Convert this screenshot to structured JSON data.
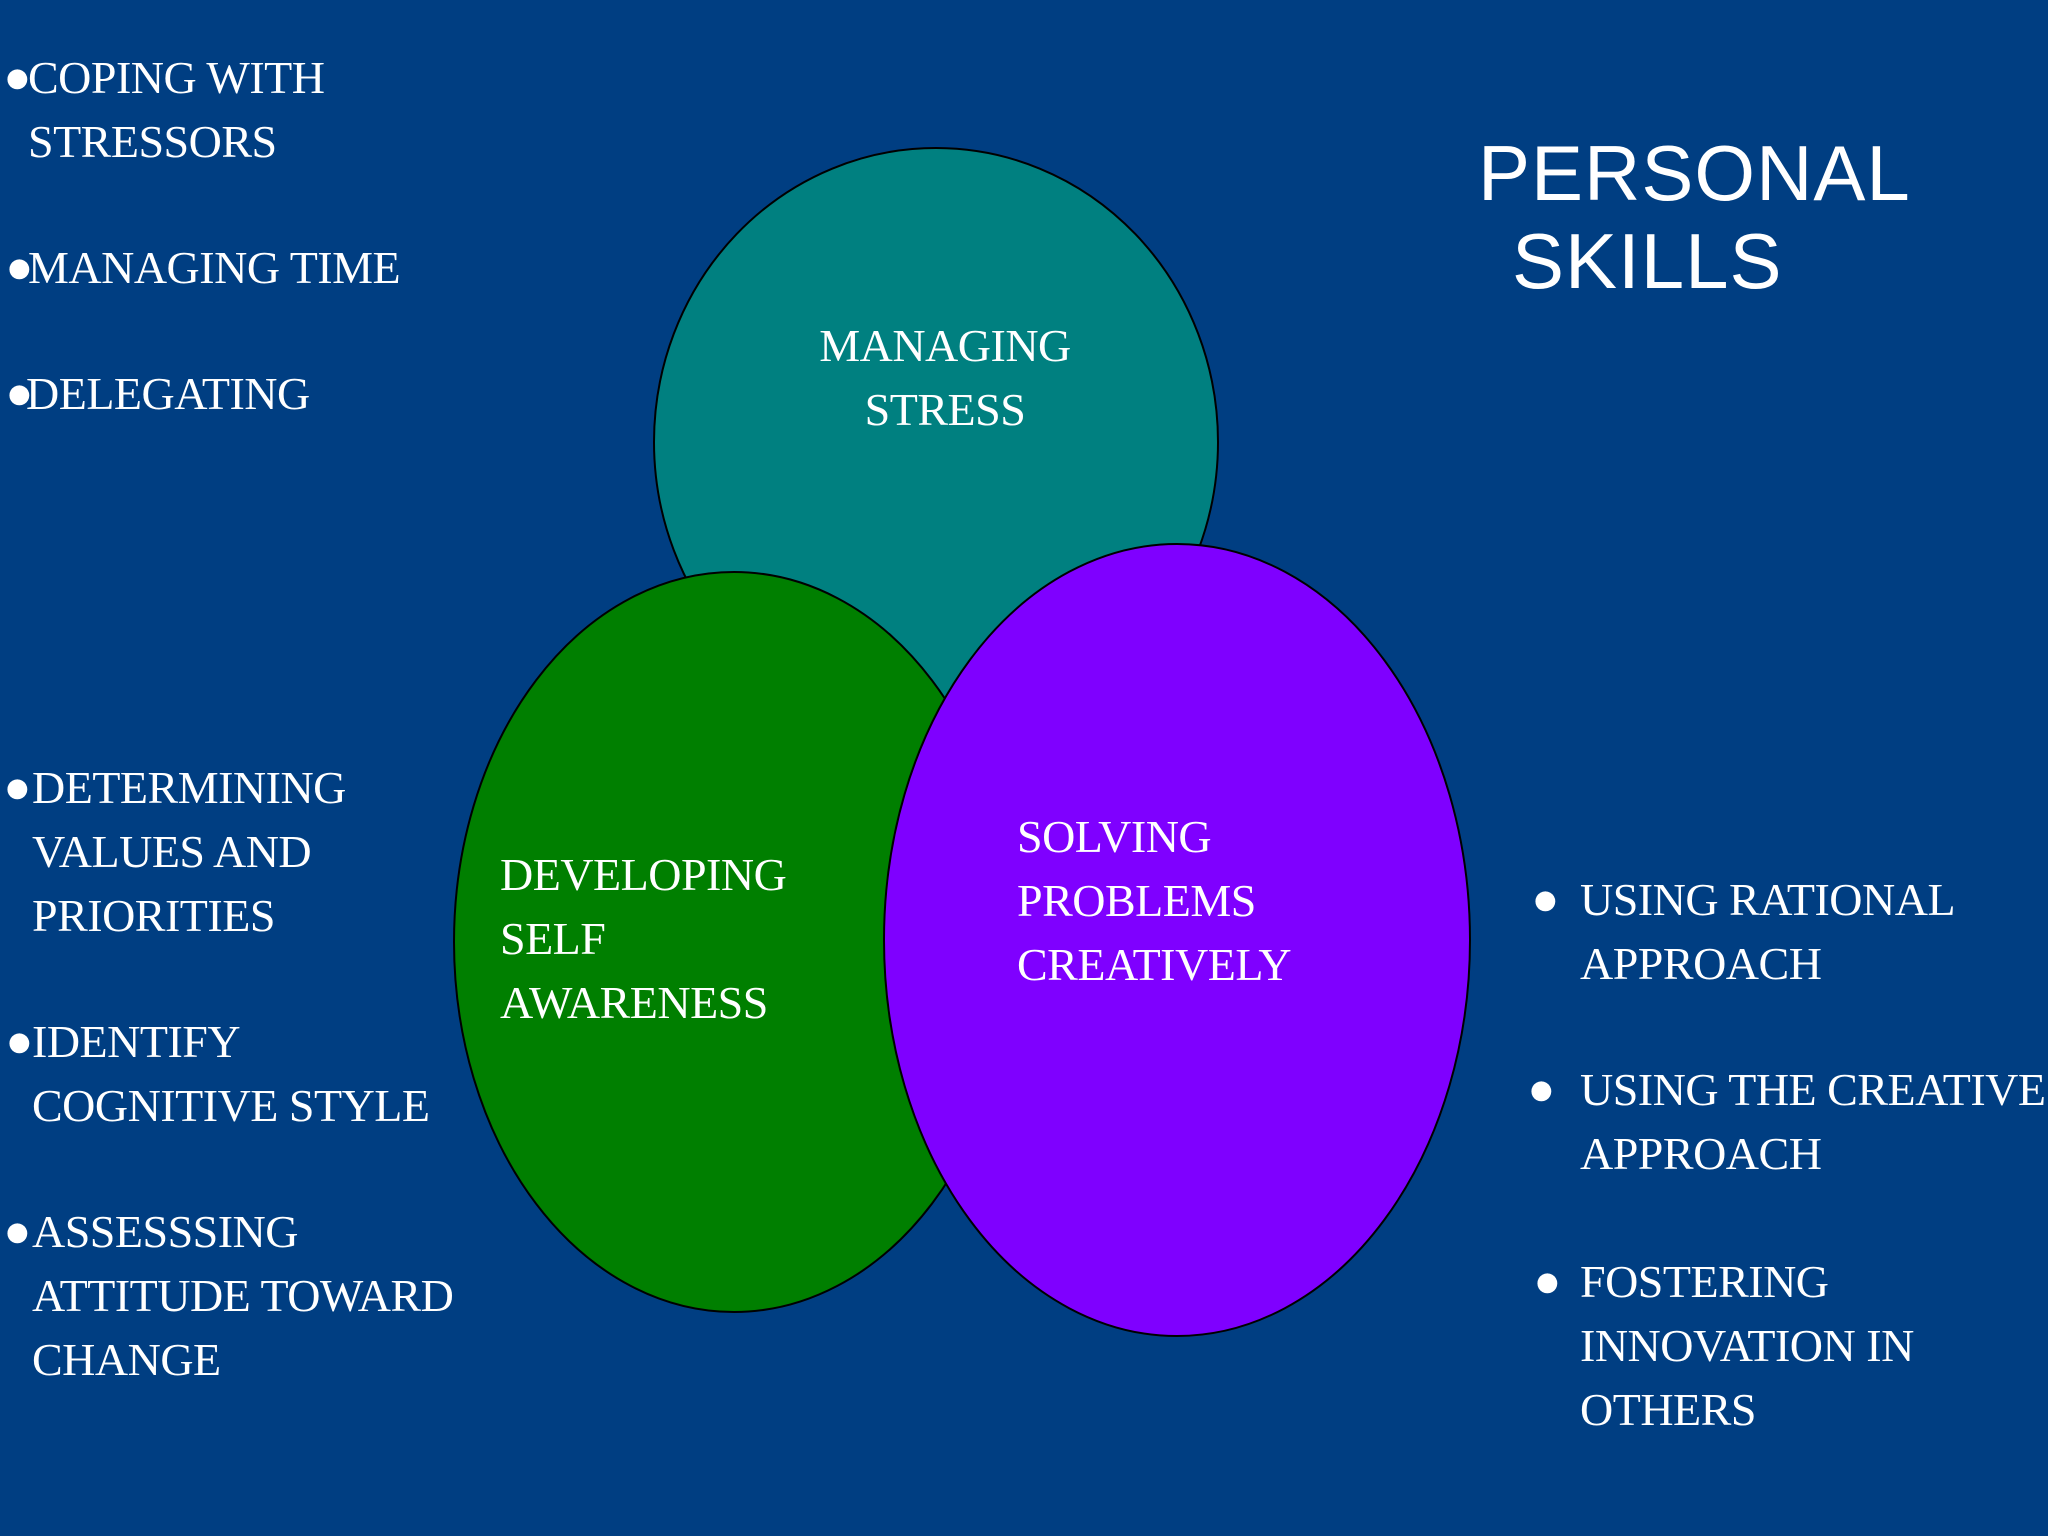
{
  "colors": {
    "background": "#003e82",
    "managing_stress": "#008080",
    "self_awareness": "#007f00",
    "solving_problems": "#7f00ff",
    "outline": "#000000",
    "text": "#ffffff"
  },
  "title": {
    "line1": "PERSONAL",
    "line2": "SKILLS"
  },
  "ovals": {
    "managing_stress": {
      "line1": "MANAGING",
      "line2": "STRESS"
    },
    "self_awareness": {
      "line1": "DEVELOPING",
      "line2": "SELF",
      "line3": "AWARENESS"
    },
    "solving_problems": {
      "line1": "SOLVING",
      "line2": "PROBLEMS",
      "line3": "CREATIVELY"
    }
  },
  "stress_items": [
    {
      "line1": "COPING WITH",
      "line2": "STRESSORS"
    },
    {
      "line1": "MANAGING TIME"
    },
    {
      "line1": "DELEGATING"
    }
  ],
  "awareness_items": [
    {
      "line1": "DETERMINING",
      "line2": "VALUES AND",
      "line3": "PRIORITIES"
    },
    {
      "line1": "IDENTIFY",
      "line2": "COGNITIVE STYLE"
    },
    {
      "line1": "ASSESSSING",
      "line2": "ATTITUDE TOWARD",
      "line3": "CHANGE"
    }
  ],
  "problem_items": [
    {
      "line1": "USING RATIONAL",
      "line2": "APPROACH"
    },
    {
      "line1": "USING THE CREATIVE",
      "line2": "APPROACH"
    },
    {
      "line1": "FOSTERING",
      "line2": "INNOVATION IN",
      "line3": "OTHERS"
    }
  ]
}
